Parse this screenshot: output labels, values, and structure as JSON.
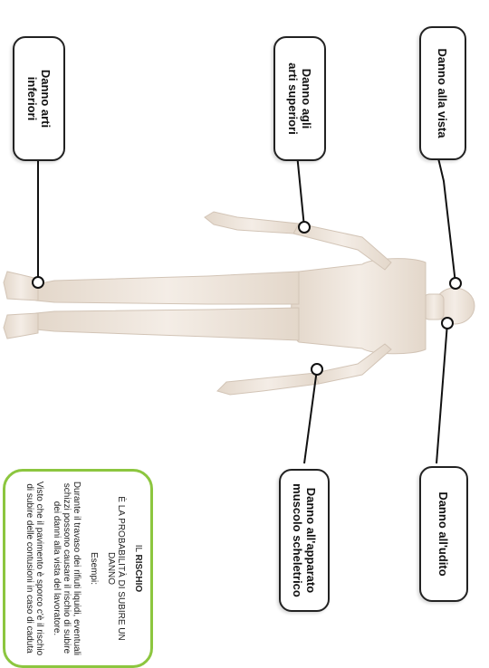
{
  "labels": {
    "arti_inferiori": "Danno arti\ninferiori",
    "arti_superiori": "Danno agli\narti superiori",
    "vista": "Danno alla vista",
    "apparato": "Danno all'apparato\nmuscolo scheletrico",
    "udito": "Danno all'udito"
  },
  "info": {
    "il": "IL ",
    "rischio": "RISCHIO",
    "definition": "È LA PROBABILITÀ DI SUBIRE UN DANNO",
    "esempi": "Esempi:",
    "example1": "Durante il travaso dei rifiuti liquidi, eventuali schizzi possono causare il rischio di subire dei danni alla vista del lavoratore.",
    "example2": "Visto che il pavimento è sporco c'è il rischio di subire delle contusioni in caso di caduta"
  },
  "colors": {
    "info_border": "#8cc63f",
    "skin": "#efe6dc",
    "line": "#111111"
  }
}
